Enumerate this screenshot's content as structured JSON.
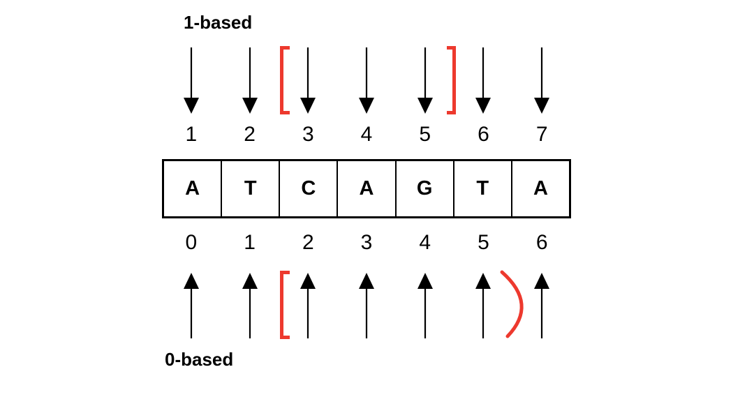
{
  "colors": {
    "ink": "#000000",
    "highlight": "#ed392e",
    "background": "#ffffff"
  },
  "labels": {
    "one_based": "1-based",
    "zero_based": "0-based"
  },
  "sequence": [
    "A",
    "T",
    "C",
    "A",
    "G",
    "T",
    "A"
  ],
  "one_based_positions": [
    "1",
    "2",
    "3",
    "4",
    "5",
    "6",
    "7"
  ],
  "zero_based_positions": [
    "0",
    "1",
    "2",
    "3",
    "4",
    "5",
    "6"
  ],
  "one_based_interval": {
    "open_glyph": "[",
    "close_glyph": "]",
    "open_before_position": "3",
    "close_after_position": "5"
  },
  "zero_based_interval": {
    "open_glyph": "[",
    "close_glyph": ")",
    "open_before_position": "2",
    "close_after_position": "5"
  },
  "icons": {
    "top_arrow": "down-arrow-icon",
    "bottom_arrow": "up-arrow-icon"
  }
}
